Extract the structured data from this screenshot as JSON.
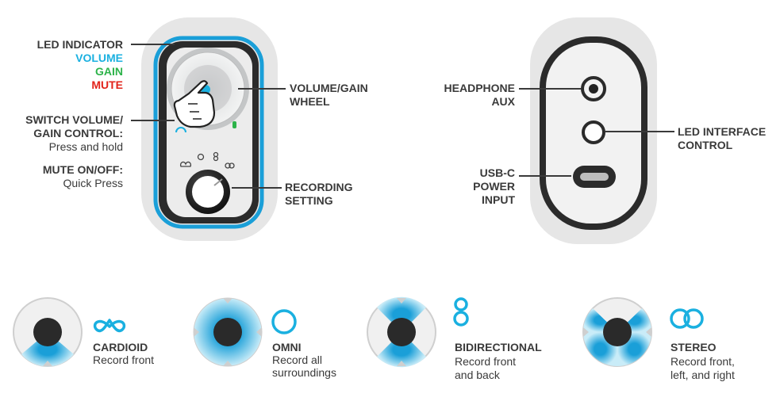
{
  "colors": {
    "accent_blue": "#1a9fd8",
    "volume": "#1ab0e0",
    "gain": "#2db34a",
    "mute": "#e2231a",
    "text": "#3a3a3a"
  },
  "front": {
    "led_indicator": "LED INDICATOR",
    "volume": "VOLUME",
    "gain": "GAIN",
    "mute": "MUTE",
    "switch_line1": "SWITCH VOLUME/",
    "switch_line2": "GAIN CONTROL:",
    "switch_desc": "Press and hold",
    "mute_toggle": "MUTE ON/OFF:",
    "mute_desc": "Quick Press",
    "wheel_line1": "VOLUME/GAIN",
    "wheel_line2": "WHEEL",
    "recording_line1": "RECORDING",
    "recording_line2": "SETTING"
  },
  "back": {
    "headphone_line1": "HEADPHONE",
    "headphone_line2": "AUX",
    "led_interface_line1": "LED INTERFACE",
    "led_interface_line2": "CONTROL",
    "usbc_line1": "USB-C",
    "usbc_line2": "POWER",
    "usbc_line3": "INPUT"
  },
  "modes": [
    {
      "name": "CARDIOID",
      "desc1": "Record front",
      "desc2": "",
      "icon": "cardioid-icon"
    },
    {
      "name": "OMNI",
      "desc1": "Record all",
      "desc2": "surroundings",
      "icon": "omni-icon"
    },
    {
      "name": "BIDIRECTIONAL",
      "desc1": "Record front",
      "desc2": "and back",
      "icon": "bidirectional-icon"
    },
    {
      "name": "STEREO",
      "desc1": "Record front,",
      "desc2": "left, and right",
      "icon": "stereo-icon"
    }
  ]
}
